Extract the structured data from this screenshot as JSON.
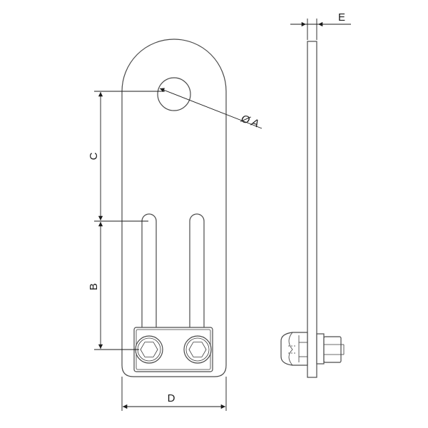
{
  "labels": {
    "dia_a": "Ø A",
    "b": "B",
    "c": "C",
    "d": "D",
    "e": "E"
  }
}
